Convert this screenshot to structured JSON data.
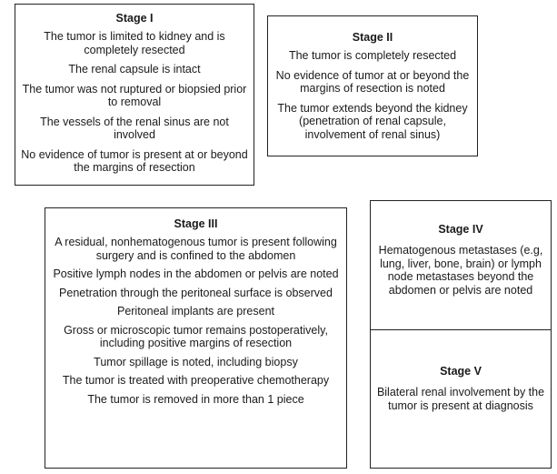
{
  "stages": [
    {
      "title": "Stage I",
      "items": [
        "The tumor is limited to kidney and is completely resected",
        "The renal capsule is intact",
        "The tumor was not ruptured or biopsied prior to removal",
        "The vessels of the renal sinus are not involved",
        "No evidence of tumor is present at or beyond the margins of resection"
      ]
    },
    {
      "title": "Stage II",
      "items": [
        "The tumor is completely resected",
        "No evidence of tumor at or beyond the margins of resection is noted",
        "The tumor extends beyond the kidney (penetration of renal capsule, involvement of renal sinus)"
      ]
    },
    {
      "title": "Stage III",
      "items": [
        "A residual, nonhematogenous tumor is present following surgery and is confined to the abdomen",
        "Positive lymph nodes in the abdomen or pelvis are noted",
        "Penetration through the peritoneal surface is observed",
        "Peritoneal implants are present",
        "Gross or microscopic tumor remains postoperatively, including positive margins of resection",
        "Tumor spillage is noted, including biopsy",
        "The tumor is treated with preoperative chemotherapy",
        "The tumor is removed in more than 1 piece"
      ]
    },
    {
      "title": "Stage IV",
      "items": [
        "Hematogenous metastases (e.g, lung, liver, bone, brain) or lymph node metastases beyond the abdomen or pelvis are noted"
      ]
    },
    {
      "title": "Stage V",
      "items": [
        "Bilateral renal involvement by the tumor is present at diagnosis"
      ]
    }
  ]
}
